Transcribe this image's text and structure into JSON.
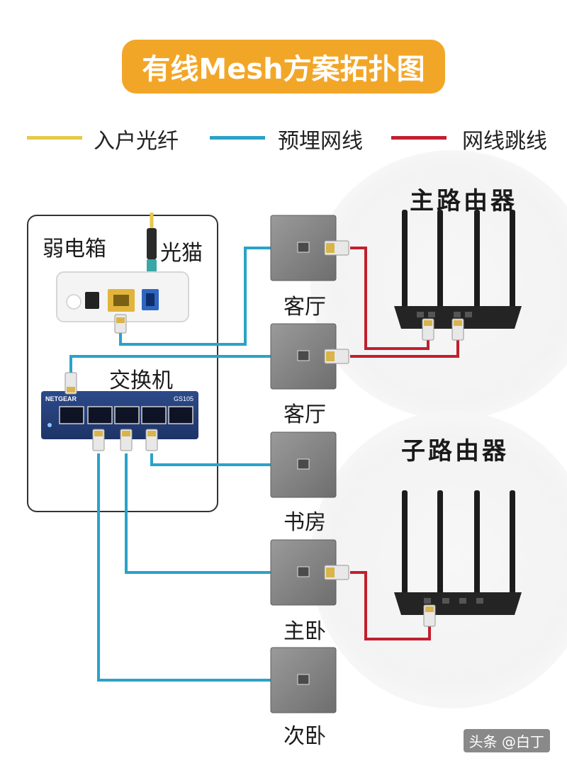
{
  "title": "有线Mesh方案拓扑图",
  "legend": [
    {
      "label": "入户光纤",
      "color": "#e6c94a"
    },
    {
      "label": "预埋网线",
      "color": "#2aa3c8"
    },
    {
      "label": "网线跳线",
      "color": "#c21f2e"
    }
  ],
  "devices": {
    "weak_box": "弱电箱",
    "modem": "光猫",
    "switch": "交换机",
    "switch_brand": "NETGEAR",
    "switch_model": "GS105",
    "main_router": "主路由器",
    "sub_router": "子路由器"
  },
  "rooms": [
    "客厅",
    "客厅",
    "书房",
    "主卧",
    "次卧"
  ],
  "footer": "头条 @白丁"
}
